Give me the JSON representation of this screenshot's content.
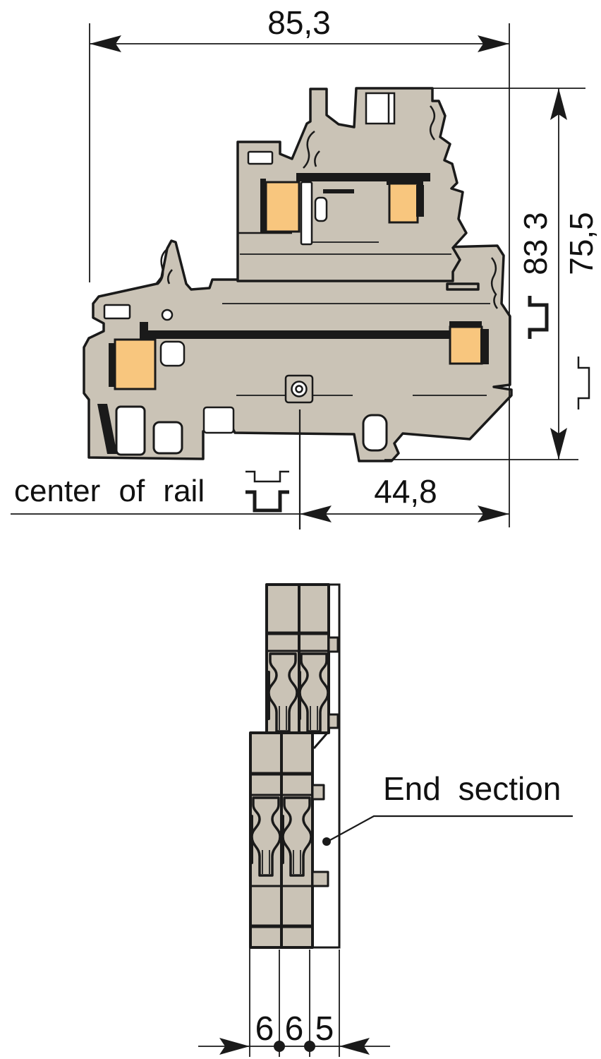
{
  "side_view": {
    "width": "85,3",
    "height_total": "83 3",
    "height_above_rail": "75,5",
    "rail_offset": "44,8",
    "rail_centerline_label": "center of rail"
  },
  "front_view": {
    "callout": "End section",
    "pitch_left": "6",
    "pitch_right": "6",
    "end_width": "5"
  },
  "colors": {
    "line": "#1a1a1a",
    "body": "#cac3b6",
    "clamp": "#f8c67e",
    "bg": "#ffffff"
  }
}
